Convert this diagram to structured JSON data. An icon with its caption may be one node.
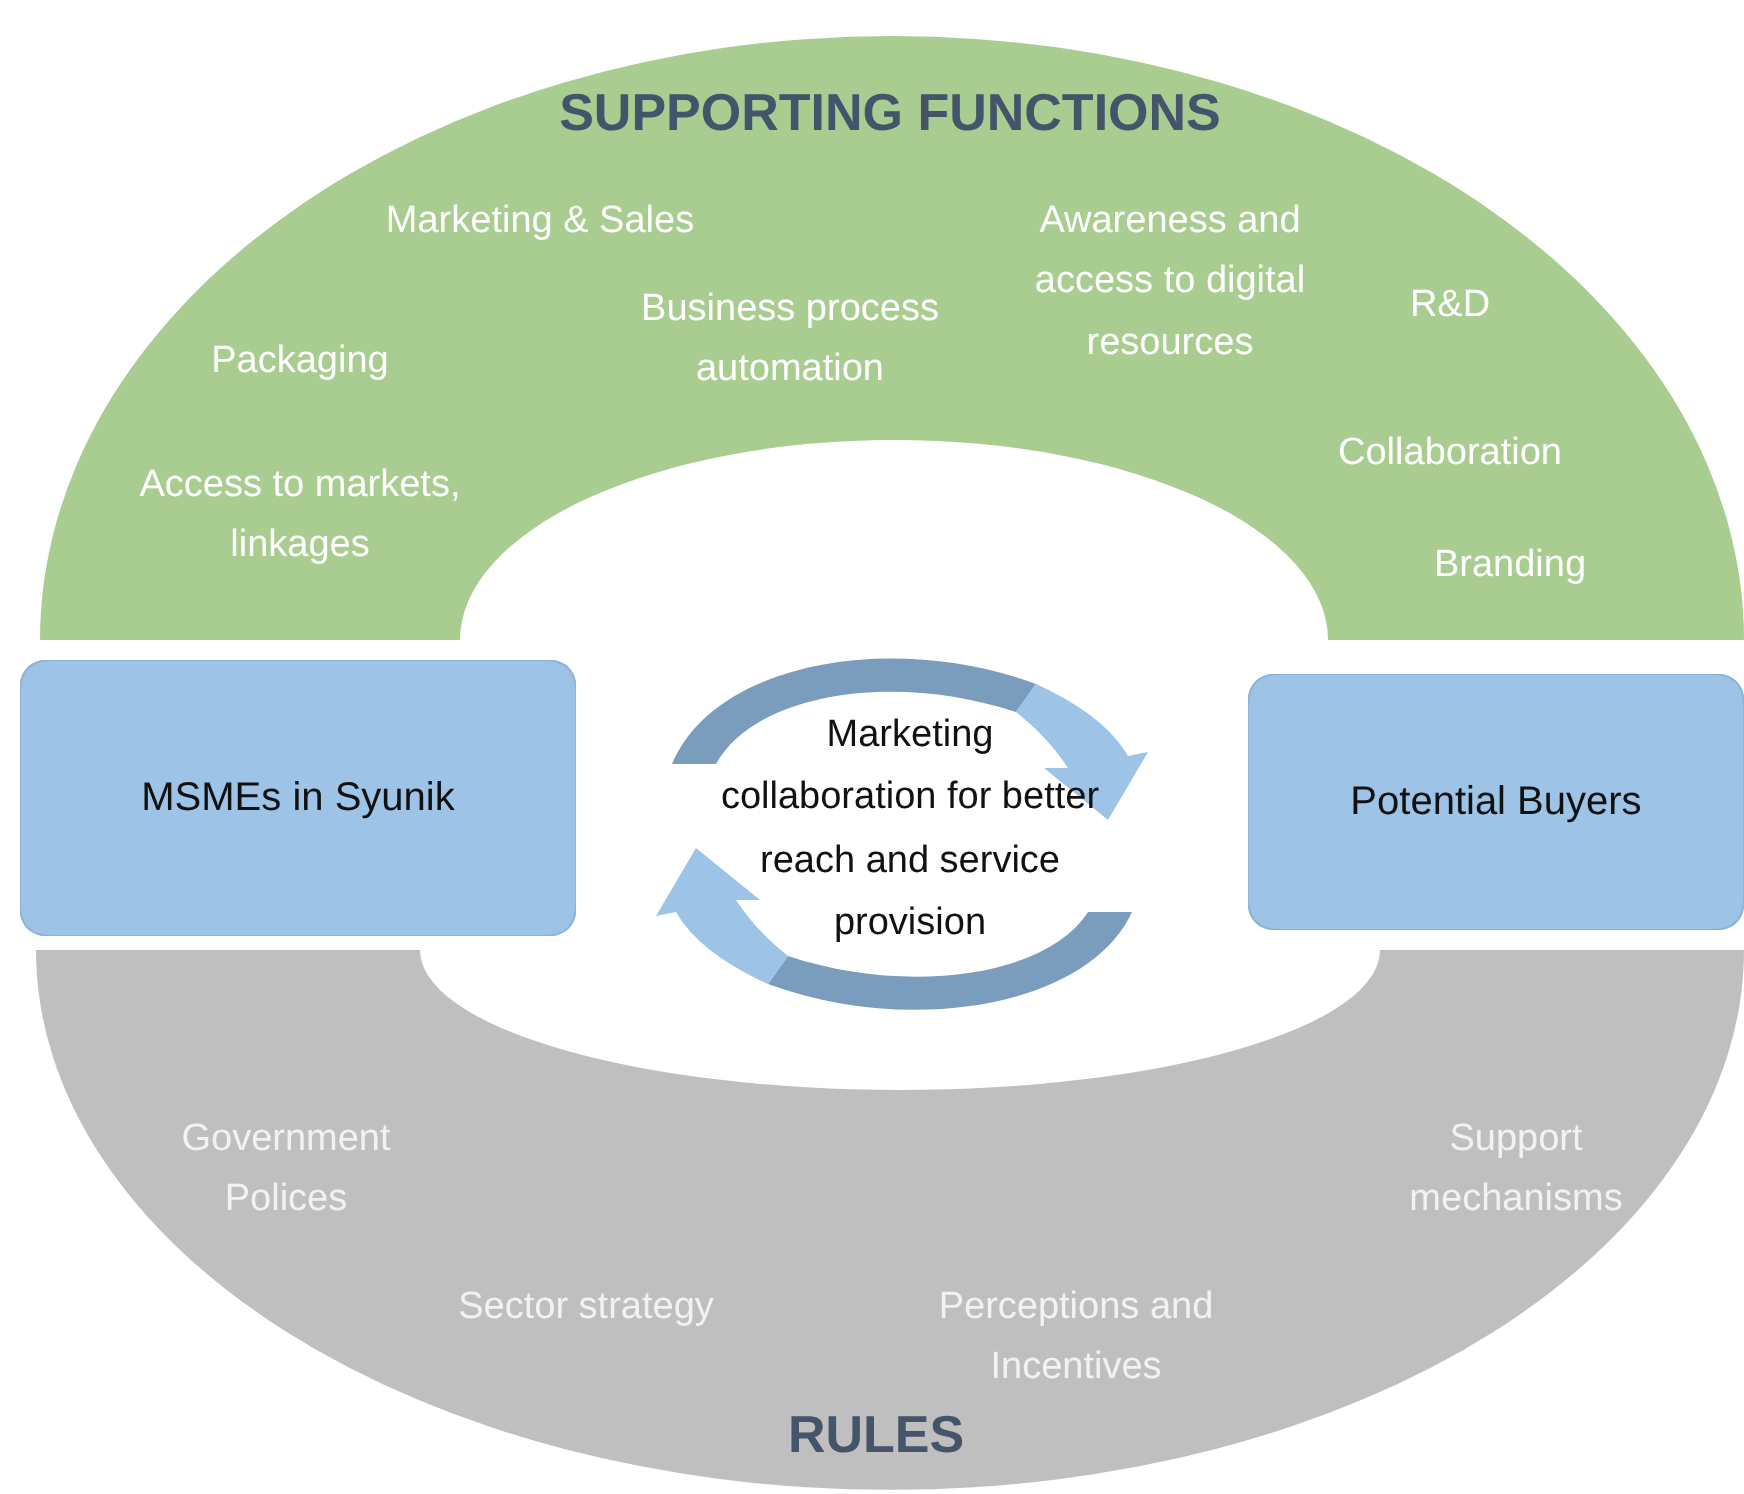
{
  "diagram": {
    "nodes": [
      {
        "text": [
          "SUPPORTING FUNCTIONS",
          "Marketing & Sales",
          "Awareness and access to digital resources",
          "Business process automation",
          "R&D",
          "Packaging",
          "Collaboration",
          "Access to markets, linkages",
          "Branding"
        ]
      },
      {
        "text": [
          "MSMEs in Syunik"
        ]
      },
      {
        "text": [
          "Marketing collaboration for better reach and service provision"
        ]
      },
      {
        "text": [
          "Potential Buyers"
        ]
      },
      {
        "text": [
          "Government Polices",
          "Support mechanisms",
          "Sector strategy",
          "Perceptions and Incentives",
          "RULES"
        ]
      }
    ],
    "edges": []
  }
}
